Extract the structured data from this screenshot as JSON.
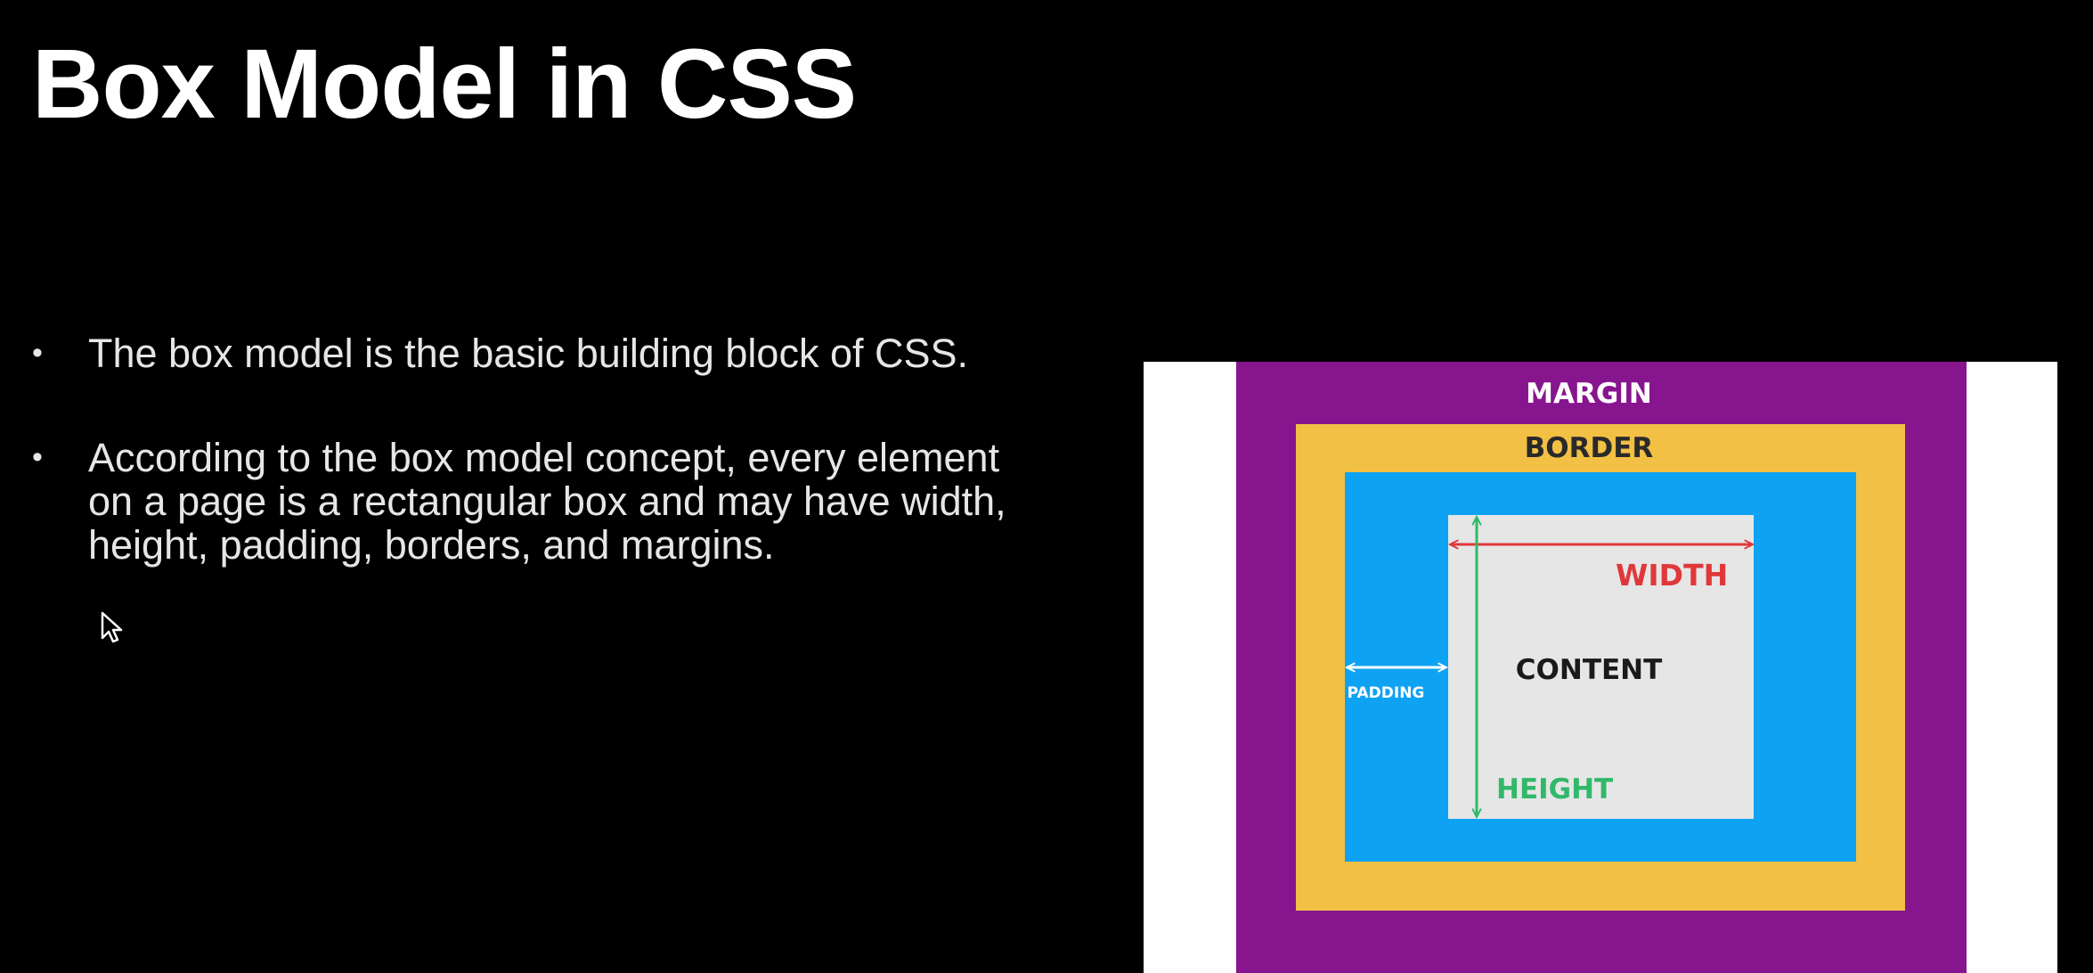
{
  "slide": {
    "title": "Box Model in CSS",
    "bullets": [
      {
        "text": "The box model is the basic building block of CSS."
      },
      {
        "text": "According to the box model concept, every element on a page is a rectangular box and may have width, height, padding, borders, and margins."
      }
    ],
    "bullet_symbol": "•"
  },
  "diagram": {
    "labels": {
      "margin": "MARGIN",
      "border": "BORDER",
      "width": "WIDTH",
      "content": "CONTENT",
      "height": "HEIGHT",
      "padding": "PADDING"
    },
    "colors": {
      "background": "#ffffff",
      "margin": "#86158e",
      "border": "#f2c044",
      "padding": "#0ea2f3",
      "content": "#e6e6e6",
      "width_arrow": "#e0383a",
      "height_arrow": "#31b86a",
      "padding_arrow": "#ffffff"
    }
  },
  "icons": {
    "cursor": "mouse-pointer-icon"
  }
}
